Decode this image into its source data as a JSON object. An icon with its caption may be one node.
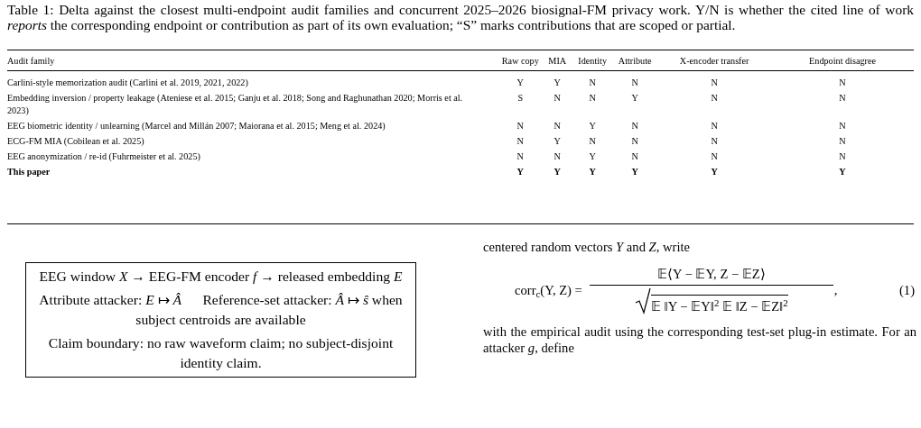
{
  "diagram": {
    "caption": "Table 1: Delta against the closest multi-endpoint audit families and concurrent 2025–2026 biosignal-FM privacy work. Y/N is whether the cited line of work *reports* the corresponding endpoint or contribution as part of its own evaluation; “S” marks contributions that are scoped or partial.",
    "nodes": [
      {
        "text": [
          "EEG window *X* → EEG-FM encoder *f* → released embedding *E*",
          "Attribute attacker: *E* ↦ *Â*      Reference-set attacker: *Â* ↦ *ŝ* when subject centroids are available",
          "Claim boundary: no raw waveform claim; no subject-disjoint identity claim."
        ]
      }
    ],
    "labels": [
      "Audit family",
      "Raw copy",
      "MIA",
      "Identity",
      "Attribute",
      "X-encoder transfer",
      "Endpoint disagree",
      "Carlini-style memorization audit (Carlini et al. 2019, 2021, 2022)",
      "Y",
      "Y",
      "N",
      "N",
      "N",
      "N",
      "Embedding inversion / property leakage (Ateniese et al. 2015; Ganju et al. 2018; Song and Raghunathan 2020; Morris et al. 2023)",
      "S",
      "N",
      "N",
      "Y",
      "N",
      "N",
      "EEG biometric identity / unlearning (Marcel and Millán 2007; Maiorana et al. 2015; Meng et al. 2024)",
      "N",
      "N",
      "Y",
      "N",
      "N",
      "N",
      "ECG-FM MIA (Cobilean et al. 2025)",
      "N",
      "Y",
      "N",
      "N",
      "N",
      "N",
      "EEG anonymization / re-id (Fuhrmeister et al. 2025)",
      "N",
      "N",
      "Y",
      "N",
      "N",
      "N",
      "This paper",
      "Y",
      "Y",
      "Y",
      "Y",
      "Y",
      "Y",
      "centered random vectors *Y* and *Z*, write",
      "corr$_{c}$(Y, Z) =",
      "𝔼⟨Y − 𝔼Y, Z − 𝔼Z⟩",
      "𝔼 ‖Y − 𝔼Y‖$^{2}$ 𝔼 ‖Z − 𝔼Z‖$^{2}$",
      ",",
      "(1)",
      "with the empirical audit using the corresponding test-set plug-in estimate. For an attacker *g*, define"
    ]
  }
}
